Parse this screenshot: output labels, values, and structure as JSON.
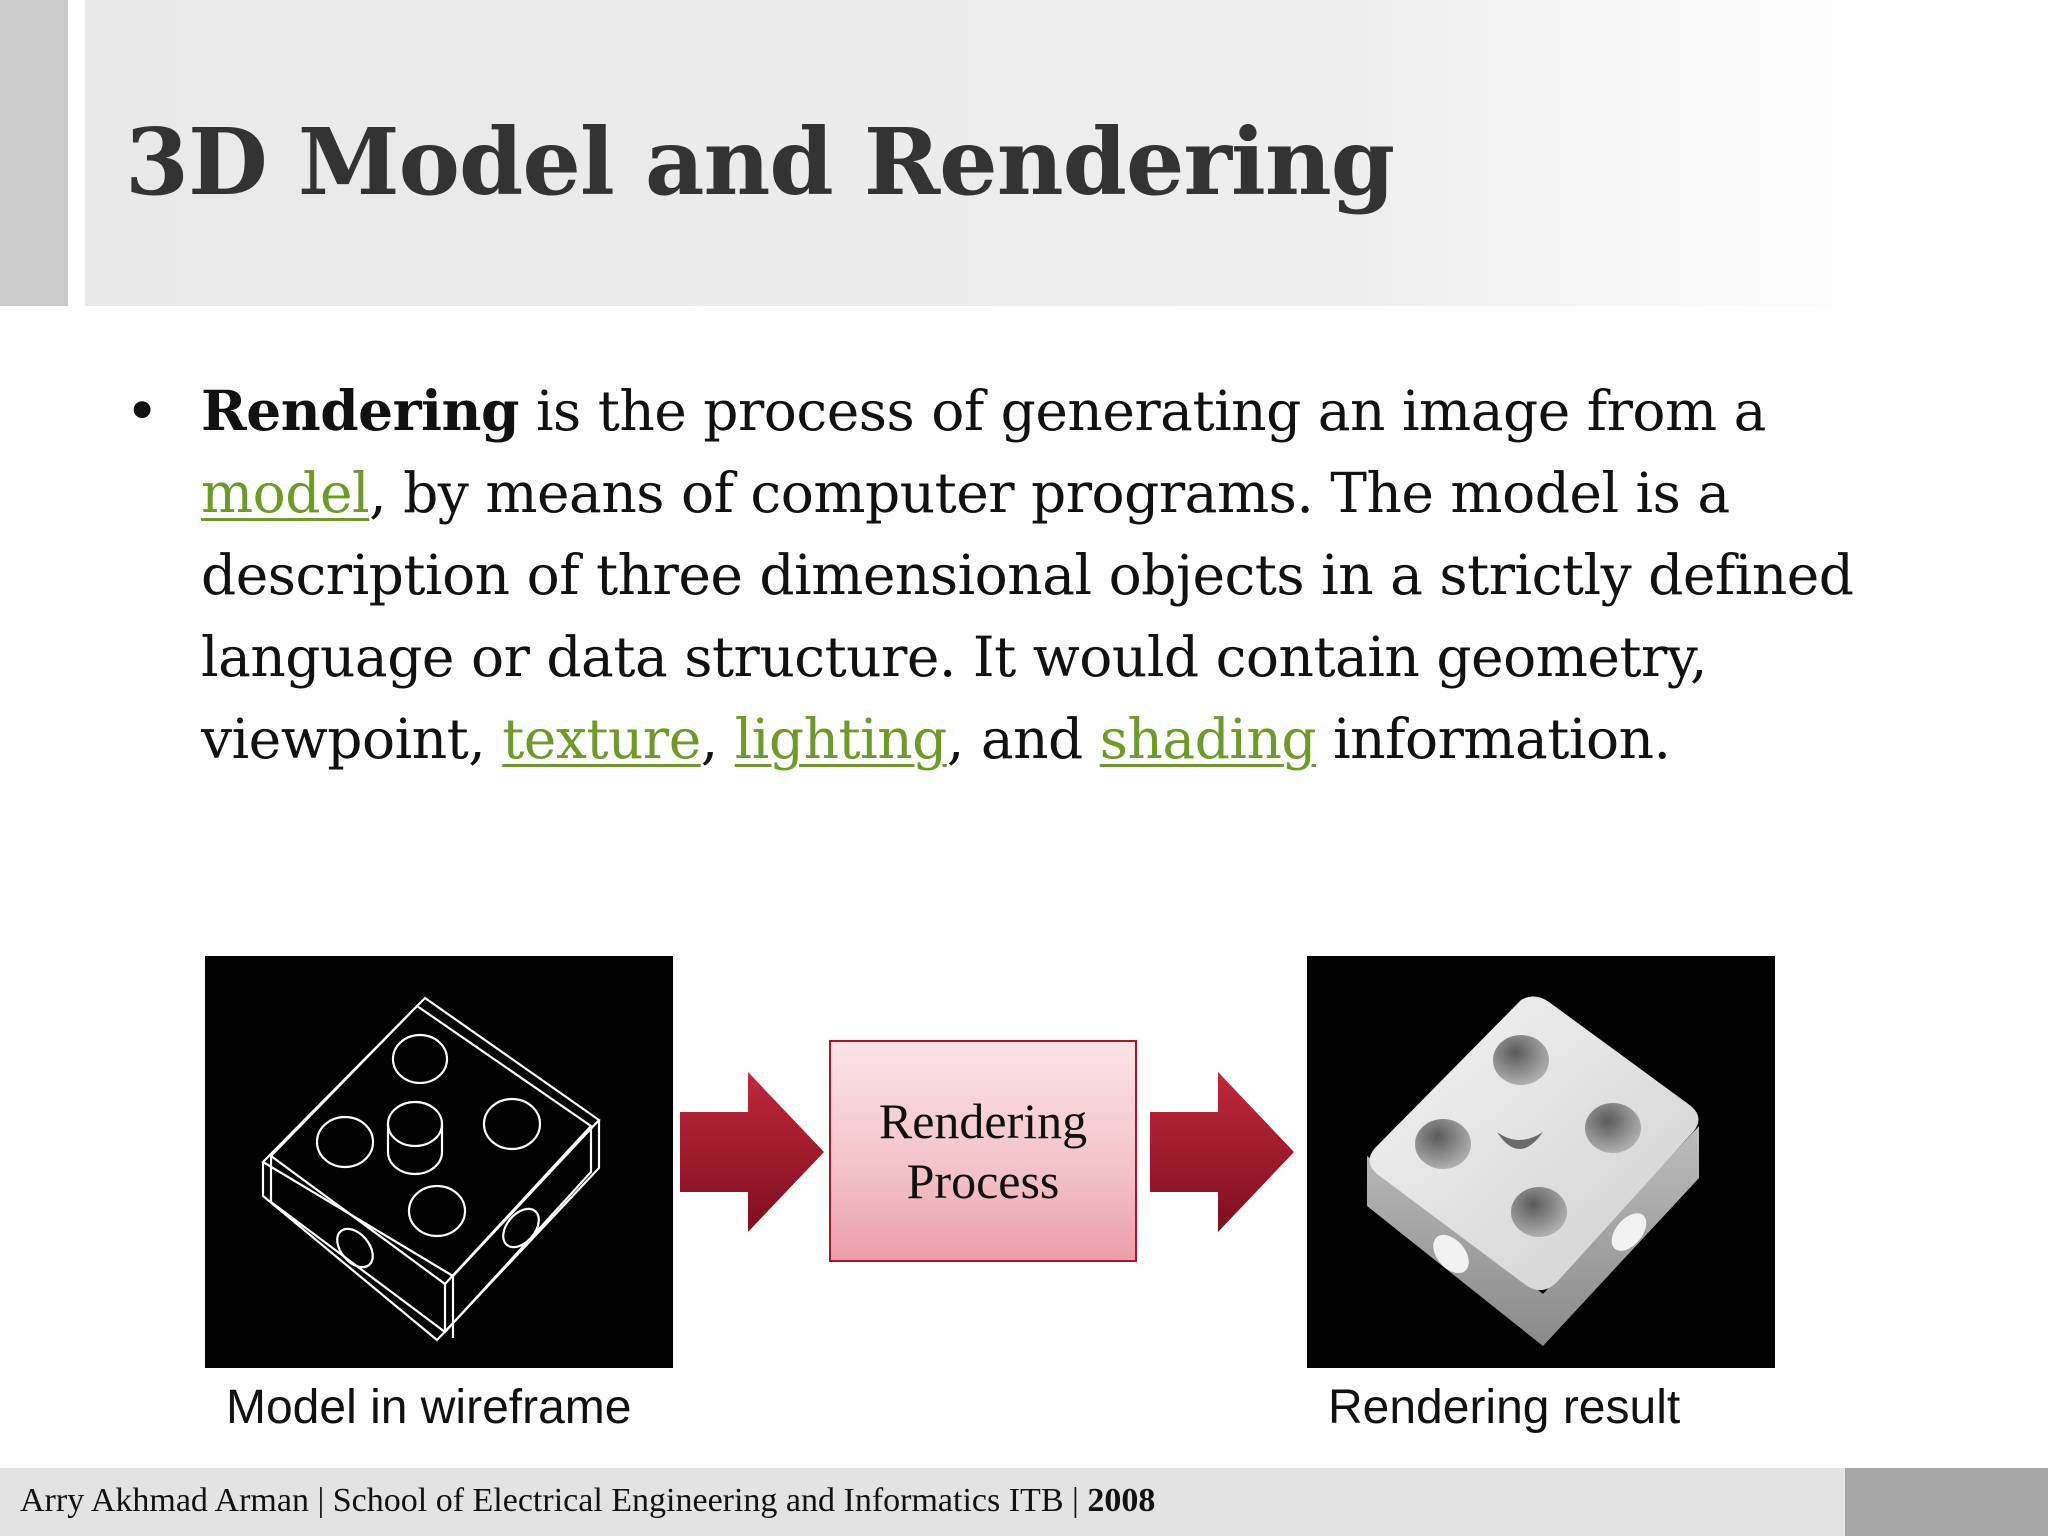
{
  "slide": {
    "title": "3D Model and Rendering"
  },
  "bullet": {
    "term": "Rendering",
    "text_1": " is the process of generating an image from a ",
    "link_model": "model",
    "text_2": ", by means of computer programs. The model is a description of three dimensional objects in a strictly defined language or data structure. It would contain geometry, viewpoint, ",
    "link_texture": "texture",
    "text_3": ", ",
    "link_lighting": "lighting",
    "text_4": ", and ",
    "link_shading": "shading",
    "text_5": " information."
  },
  "diagram": {
    "process_line1": "Rendering",
    "process_line2": "Process",
    "caption_left": "Model in wireframe",
    "caption_right": "Rendering result"
  },
  "footer": {
    "text": "Arry Akhmad Arman | School of Electrical Engineering and Informatics ITB | ",
    "year": "2008"
  },
  "colors": {
    "link": "#6e9a2c",
    "arrow": "#a0142a",
    "title": "#333333"
  }
}
